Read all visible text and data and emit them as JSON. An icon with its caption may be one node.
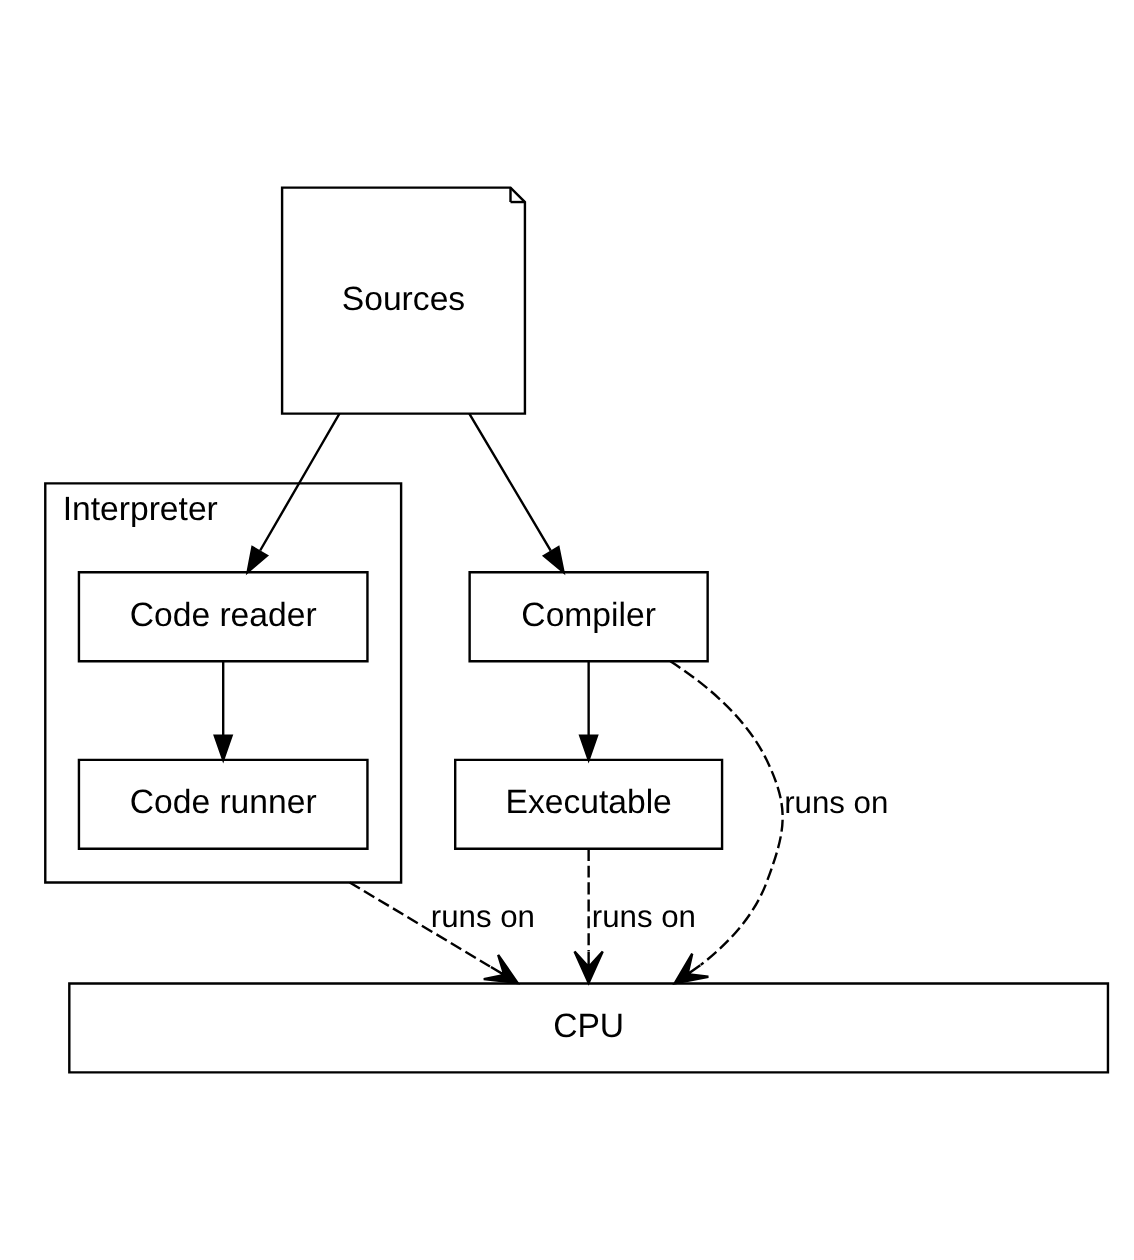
{
  "diagram": {
    "nodes": [
      {
        "text": [
          "Sources"
        ]
      },
      {
        "text": [
          "Interpreter"
        ]
      },
      {
        "text": [
          "Code reader"
        ],
        "in": 1
      },
      {
        "text": [
          "Code runner"
        ],
        "in": 1
      },
      {
        "text": [
          "Compiler"
        ]
      },
      {
        "text": [
          "Executable"
        ]
      },
      {
        "text": [
          "CPU"
        ]
      }
    ],
    "edges": [
      {
        "from": 0,
        "to": 2,
        "arrow": "to"
      },
      {
        "from": 0,
        "to": 4,
        "arrow": "to"
      },
      {
        "from": 2,
        "to": 3,
        "arrow": "to"
      },
      {
        "from": 4,
        "to": 5,
        "arrow": "to"
      },
      {
        "from": 1,
        "to": 6,
        "arrow": "to",
        "label": "runs on",
        "style": "dashed"
      },
      {
        "from": 4,
        "to": 6,
        "arrow": "to",
        "label": "runs on",
        "style": "dashed"
      },
      {
        "from": 5,
        "to": 6,
        "arrow": "to",
        "label": "runs on",
        "style": "dashed"
      }
    ]
  }
}
